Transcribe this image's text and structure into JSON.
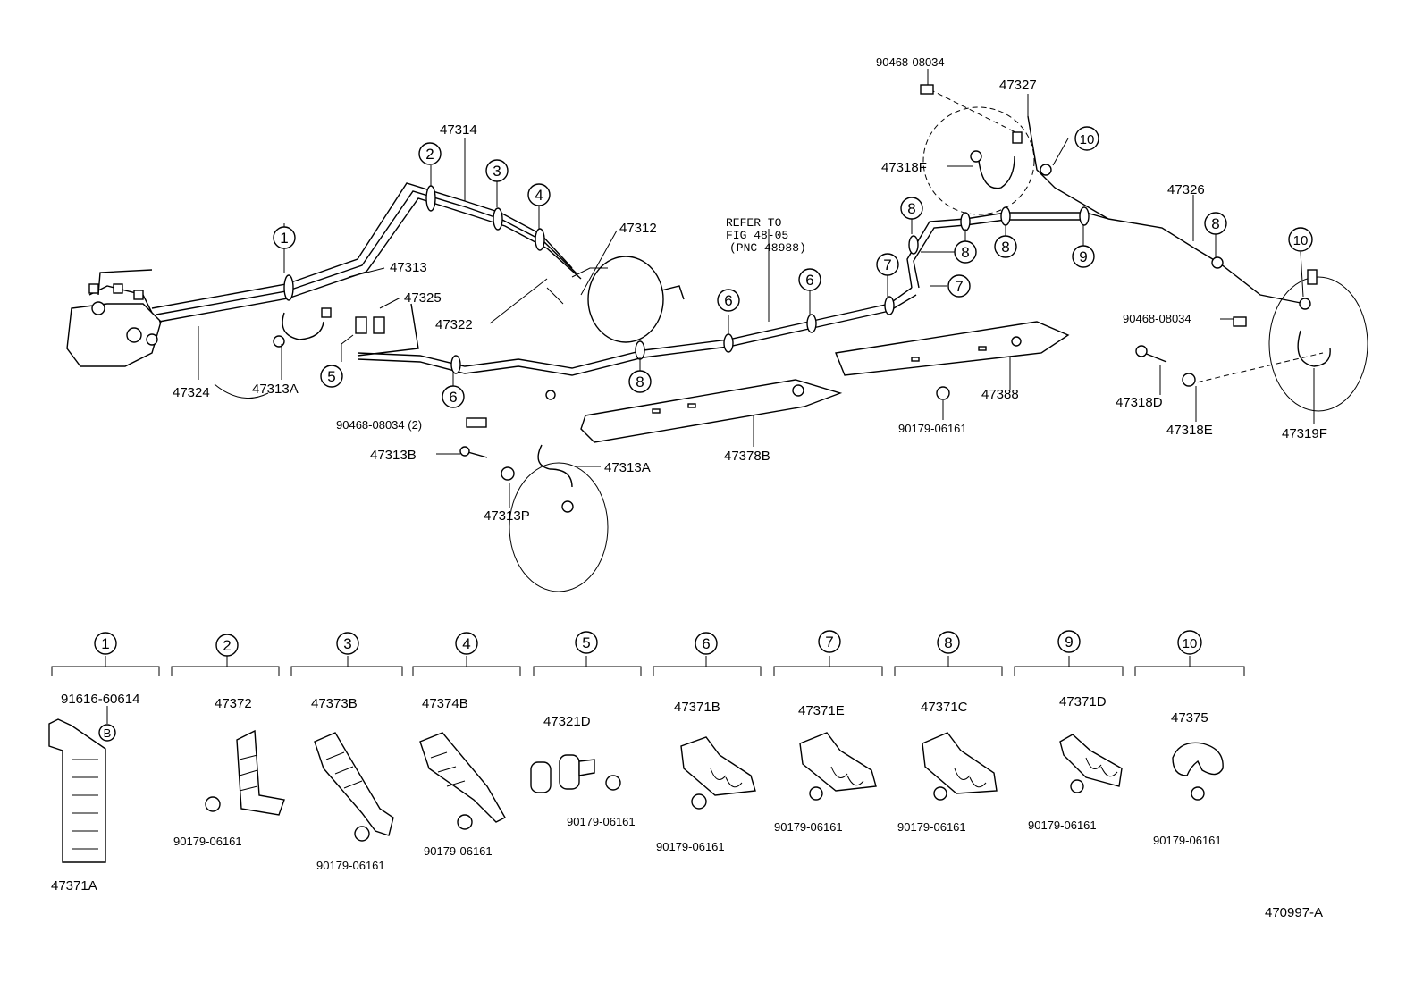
{
  "callouts": {
    "c1": "47314",
    "c2": "47312",
    "c3": "47313",
    "c4": "47325",
    "c5": "47322",
    "c6": "47324",
    "c7": "47313A",
    "c8": "47313B",
    "c9": "47313A",
    "c10": "47313P",
    "c11": "90468-08034 (2)",
    "c12": "47378B",
    "c13": "47388",
    "c14": "90179-06161",
    "c15": "90468-08034",
    "c16": "47327",
    "c17": "47318F",
    "c18": "47326",
    "c19": "90468-08034",
    "c20": "47318D",
    "c21": "47318E",
    "c22": "47319F"
  },
  "refer": {
    "line1": "REFER TO",
    "line2": "FIG 48-05",
    "line3": "(PNC 48988)"
  },
  "circle_numbers": [
    "1",
    "2",
    "3",
    "4",
    "5",
    "6",
    "7",
    "8",
    "9",
    "10"
  ],
  "clamps": [
    {
      "num": "1",
      "part": "47371A",
      "extra": "91616-60614",
      "badge": "B"
    },
    {
      "num": "2",
      "part": "47372",
      "bolt": "90179-06161"
    },
    {
      "num": "3",
      "part": "47373B",
      "bolt": "90179-06161"
    },
    {
      "num": "4",
      "part": "47374B",
      "bolt": "90179-06161"
    },
    {
      "num": "5",
      "part": "47321D",
      "bolt": "90179-06161"
    },
    {
      "num": "6",
      "part": "47371B",
      "bolt": "90179-06161"
    },
    {
      "num": "7",
      "part": "47371E",
      "bolt": "90179-06161"
    },
    {
      "num": "8",
      "part": "47371C",
      "bolt": "90179-06161"
    },
    {
      "num": "9",
      "part": "47371D",
      "bolt": "90179-06161"
    },
    {
      "num": "10",
      "part": "47375",
      "bolt": "90179-06161"
    }
  ],
  "figure_id": "470997-A"
}
